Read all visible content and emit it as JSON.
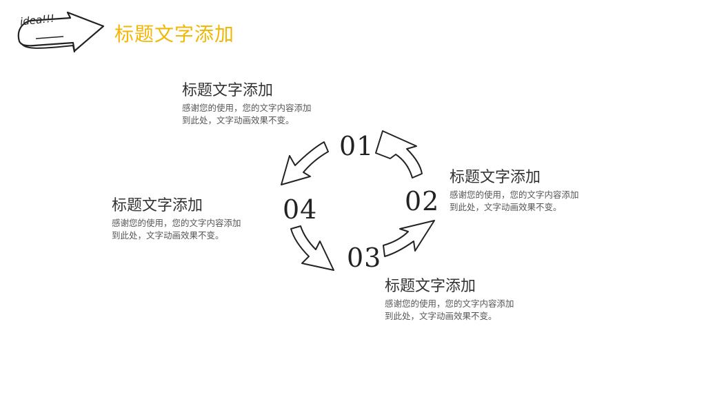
{
  "header": {
    "badge_text": "idea!!!",
    "title": "标题文字添加",
    "accent_color": "#f2b705"
  },
  "steps": [
    {
      "number": "01",
      "title": "标题文字添加",
      "desc_line1": "感谢您的使用，您的文字内容添加",
      "desc_line2": "到此处，文字动画效果不变。"
    },
    {
      "number": "02",
      "title": "标题文字添加",
      "desc_line1": "感谢您的使用，您的文字内容添加",
      "desc_line2": "到此处，文字动画效果不变。"
    },
    {
      "number": "03",
      "title": "标题文字添加",
      "desc_line1": "感谢您的使用，您的文字内容添加",
      "desc_line2": "到此处，文字动画效果不变。"
    },
    {
      "number": "04",
      "title": "标题文字添加",
      "desc_line1": "感谢您的使用，您的文字内容添加",
      "desc_line2": "到此处，文字动画效果不变。"
    }
  ],
  "icons": [
    "hand-drawn-arrow-badge-icon",
    "cycle-arrow-icon"
  ]
}
